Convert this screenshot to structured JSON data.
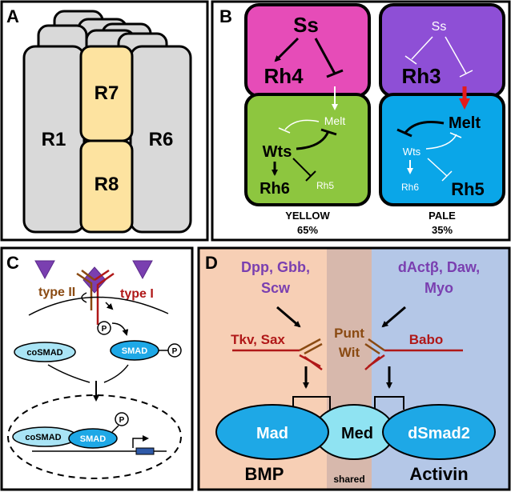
{
  "panels": {
    "a": {
      "letter": "A",
      "cells": {
        "r1": "R1",
        "r7": "R7",
        "r8": "R8",
        "r6": "R6"
      }
    },
    "b": {
      "letter": "B",
      "yellow": {
        "top_ss": "Ss",
        "top_rh4": "Rh4",
        "melt": "Melt",
        "wts": "Wts",
        "rh6": "Rh6",
        "rh5": "Rh5",
        "label": "YELLOW",
        "percent": "65%"
      },
      "pale": {
        "top_ss": "Ss",
        "top_rh3": "Rh3",
        "melt": "Melt",
        "wts": "Wts",
        "rh6": "Rh6",
        "rh5": "Rh5",
        "label": "PALE",
        "percent": "35%"
      }
    },
    "c": {
      "letter": "C",
      "type_ii": "type II",
      "type_i": "type I",
      "phospho": "P",
      "cosmad": "coSMAD",
      "smad": "SMAD"
    },
    "d": {
      "letter": "D",
      "bmp_ligands_1": "Dpp, Gbb,",
      "bmp_ligands_2": "Scw",
      "activin_ligands_1": "dActβ, Daw,",
      "activin_ligands_2": "Myo",
      "tkv_sax": "Tkv, Sax",
      "punt": "Punt",
      "wit": "Wit",
      "babo": "Babo",
      "mad": "Mad",
      "med": "Med",
      "dsmad2": "dSmad2",
      "bmp": "BMP",
      "shared": "shared",
      "activin": "Activin"
    }
  },
  "colors": {
    "magenta": "#e64cb8",
    "purple": "#8e4fd6",
    "green": "#8dc63f",
    "blue": "#0aa6e8",
    "yellow_cell": "#fde3a0",
    "gray_cell": "#d9d9d9",
    "bmp_bg": "#f7cfb5",
    "shared_bg": "#d7b8ac",
    "activin_bg": "#b4c7e7",
    "dark_red": "#b01818",
    "brown": "#8a4a12",
    "ligand_purple": "#7a3fb0",
    "smad_blue": "#1ea8e6",
    "med_blue": "#8fe3f2"
  }
}
